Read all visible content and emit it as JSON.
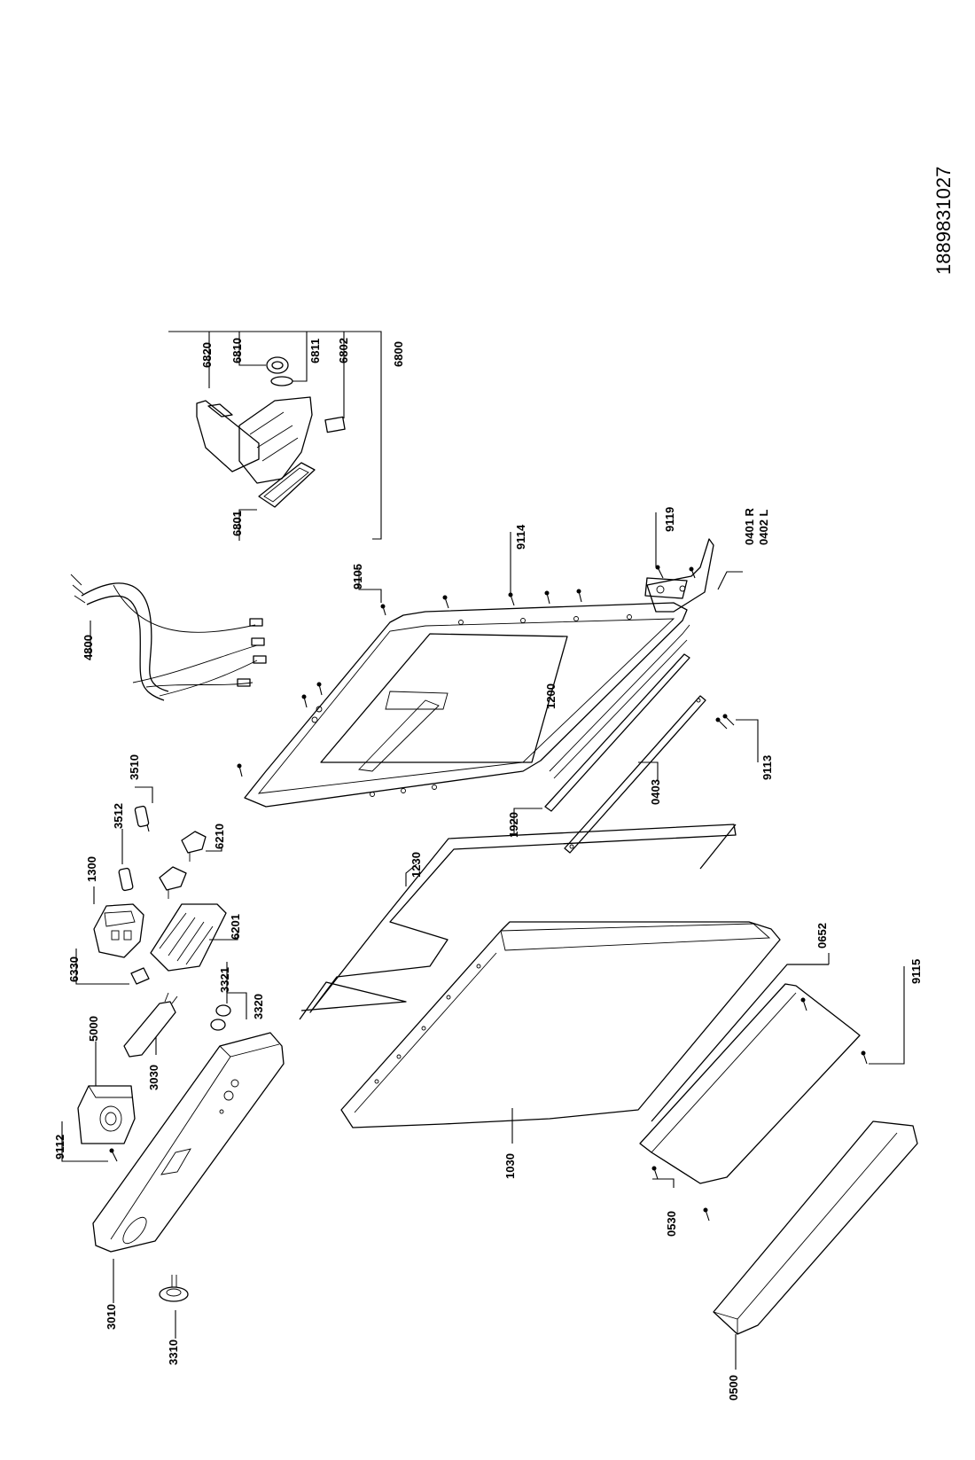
{
  "document_number": "1889831027",
  "labels": {
    "p6820": "6820",
    "p6810": "6810",
    "p6811": "6811",
    "p6802": "6802",
    "p6800": "6800",
    "p6801": "6801",
    "p9119": "9119",
    "p0401": "0401 R",
    "p0402": "0402 L",
    "p9114": "9114",
    "p9105": "9105",
    "p4800": "4800",
    "p1200": "1200",
    "p9113": "9113",
    "p0403": "0403",
    "p1920": "1920",
    "p3510": "3510",
    "p3512": "3512",
    "p1300": "1300",
    "p6210": "6210",
    "p6201": "6201",
    "p6330": "6330",
    "p3321": "3321",
    "p3320": "3320",
    "p3030": "3030",
    "p1230": "1230",
    "p0652": "0652",
    "p9115": "9115",
    "p5000": "5000",
    "p9112": "9112",
    "p1030": "1030",
    "p3010": "3010",
    "p3310": "3310",
    "p0530": "0530",
    "p0500": "0500"
  }
}
